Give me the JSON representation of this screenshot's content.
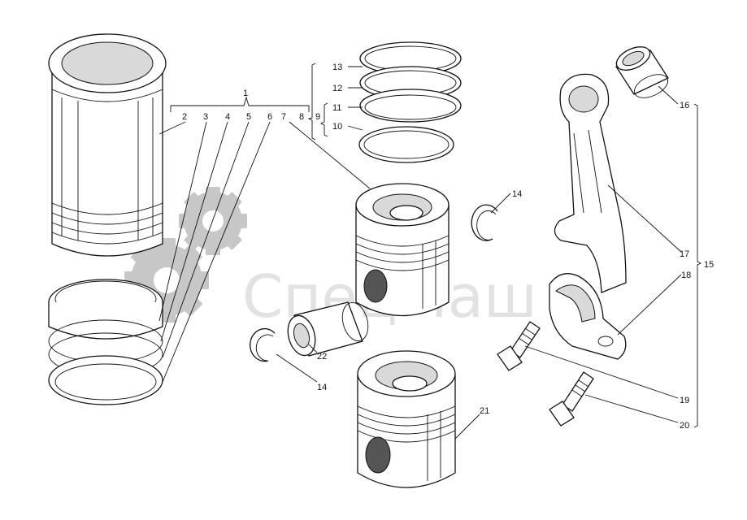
{
  "diagram": {
    "watermark_text": "СпецМаш",
    "callouts": {
      "c1": "1",
      "c2": "2",
      "c3": "3",
      "c4": "4",
      "c5": "5",
      "c6": "6",
      "c7": "7",
      "c8": "8",
      "c9": "9",
      "c10": "10",
      "c11": "11",
      "c12": "12",
      "c13": "13",
      "c14a": "14",
      "c14b": "14",
      "c15": "15",
      "c16": "16",
      "c17": "17",
      "c18": "18",
      "c19": "19",
      "c20": "20",
      "c21": "21",
      "c22": "22"
    },
    "parts": [
      "cylinder-liner",
      "liner-seal-rings",
      "piston-rings-set",
      "piston",
      "retaining-ring",
      "piston-pin",
      "connecting-rod",
      "connecting-rod-bushing",
      "rod-cap",
      "rod-bolt",
      "spare-piston"
    ]
  }
}
